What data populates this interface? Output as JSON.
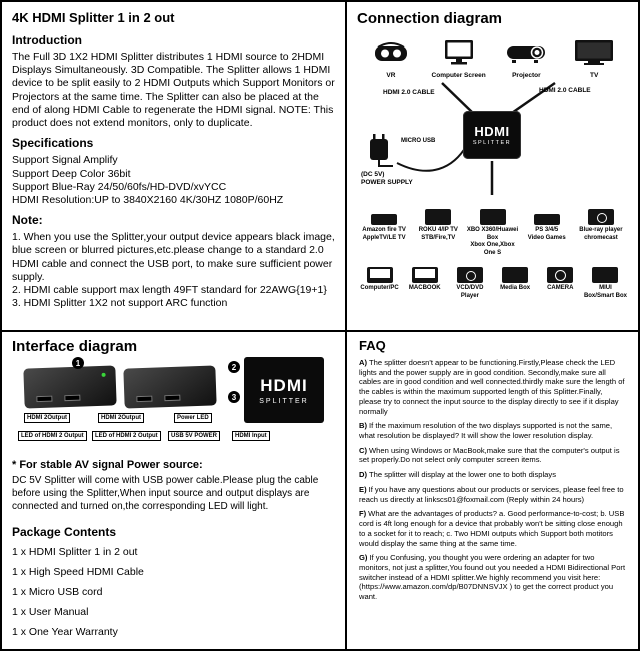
{
  "overview": {
    "title": "4K HDMI Splitter 1 in 2 out",
    "introduction_heading": "Introduction",
    "introduction_text": "The Full 3D 1X2 HDMI Splitter distributes 1 HDMI source to 2HDMI Displays Simultaneously. 3D Compatible. The Splitter allows 1 HDMI device to be split easily to 2 HDMI Outputs which Support Monitors or Projectors at the same time. The Splitter can also be placed at the end of along HDMI Cable to regenerate the HDMI signal. NOTE: This product does not extend monitors, only to duplicate.",
    "specifications_heading": "Specifications",
    "specs": [
      "Support Signal Amplify",
      "Support Deep Color 36bit",
      "Support Blue-Ray 24/50/60fs/HD-DVD/xvYCC",
      "HDMI Resolution:UP to 3840X2160 4K/30HZ 1080P/60HZ"
    ],
    "note_heading": "Note:",
    "notes": [
      "1. When you use the Splitter,your output device appears black image, blue screen or blurred pictures,etc.please change to a standard 2.0 HDMI cable and connect the USB port, to make sure sufficient power supply.",
      "2. HDMI cable support max length 49FT standard for 22AWG{19+1}",
      "3. HDMI Splitter 1X2 not support ARC function"
    ]
  },
  "connection": {
    "heading": "Connection diagram",
    "displays": [
      "VR",
      "Computer Screen",
      "Projector",
      "TV"
    ],
    "cable_label_left": "HDMI 2.0 CABLE",
    "cable_label_right": "HDMI 2.0 CABLE",
    "micro_usb_label": "MICRO USB",
    "power_supply_label": "(DC 5V)\nPOWER SUPPLY",
    "splitter": {
      "brand": "HDMI",
      "word": "SPLITTER"
    },
    "sources_row1": [
      "Amazon fire TV\nAppleTV/LE TV",
      "ROKU 4/IP TV\nSTB/Fire,TV",
      "XBO X360/Huawei Box\nXbox One,Xbox One S",
      "PS 3/4/5\nVideo Games",
      "Blue-ray player\nchromecast"
    ],
    "sources_row2": [
      "Computer/PC",
      "MACBOOK",
      "VCD/DVD Player",
      "Media Box",
      "CAMERA",
      "MIUI Box/Smart Box"
    ]
  },
  "interface": {
    "heading": "Interface diagram",
    "callouts": [
      "1",
      "2",
      "3"
    ],
    "front_panel": {
      "brand": "HDMI",
      "word": "SPLITTER"
    },
    "tags_row1": [
      "HDMI 2Output",
      "HDMI 2Output",
      "Power LED"
    ],
    "tags_row2": [
      "LED of HDMI 2 Output",
      "LED of HDMI 2 Output",
      "USB 5V POWER",
      "HDMI Input"
    ],
    "power_note_heading": "* For stable AV signal Power source:",
    "power_note_text": "DC 5V Splitter will come with USB power cable.Please plug the cable before using the Splitter,When input source and output displays are connected and turned on,the corresponding LED will light.",
    "package_heading": "Package Contents",
    "package_items": [
      "1 x HDMI Splitter 1 in 2 out",
      "1 x High Speed HDMI Cable",
      "1 x Micro USB cord",
      "1 x User Manual",
      "1 x One Year Warranty"
    ]
  },
  "faq": {
    "heading": "FAQ",
    "items": [
      {
        "label": "A)",
        "text": "The splitter doesn't appear to be functioning.Firstly,Please check the LED lights and the power supply are in good condition. Secondly,make sure all cables are in good condition and well connected.thirdly make sure the length of the cables is within the maximum supported length of this Splitter.Finally, please try to connect the input source to the display directly to see if it display normally"
      },
      {
        "label": "B)",
        "text": "If the maximum resolution of the two displays supported is not the same, what resolution be displayed? It will show the lower resolution display."
      },
      {
        "label": "C)",
        "text": "When using Windows or MacBook,make sure that the computer's output is set properly.Do not select only computer screen items."
      },
      {
        "label": "D)",
        "text": "The splitter will display at the lower one to both displays"
      },
      {
        "label": "E)",
        "text": "If you have any questions about our products or services, please feel free to reach us directly at linkscs01@foxmail.com (Reply within 24 hours)"
      },
      {
        "label": "F)",
        "text": "What are the advantages of products? a. Good performance-to-cost; b. USB cord is 4ft long enough for a device that probably won't be sitting close enough to a socket for it to reach; c. Two HDMI outputs which Support both motitors would display the same thing at the same time."
      },
      {
        "label": "G)",
        "text": "If you Confusing, you thought you were ordering an adapter for two monitors, not just a splitter,You found out you needed a HDMI Bidirectional Port switcher instead of a HDMI splitter.We highly recommend you visit here: (https://www.amazon.com/dp/B07DNNSVJX ) to get the correct product you want."
      }
    ]
  }
}
